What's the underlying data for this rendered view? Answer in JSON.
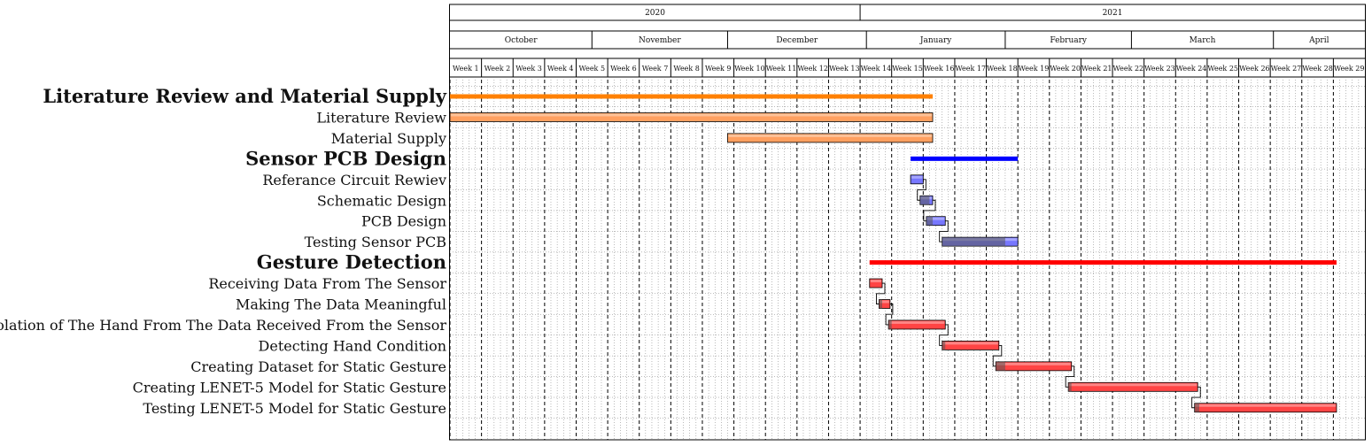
{
  "chart_data": {
    "type": "gantt",
    "years": [
      {
        "label": "2020",
        "start": 1,
        "end": 14
      },
      {
        "label": "2021",
        "start": 14,
        "end": 29
      }
    ],
    "months": [
      {
        "label": "October",
        "start": 1,
        "end": 5.5
      },
      {
        "label": "November",
        "start": 5.5,
        "end": 9.8
      },
      {
        "label": "December",
        "start": 9.8,
        "end": 14.2
      },
      {
        "label": "January",
        "start": 14.2,
        "end": 18.6
      },
      {
        "label": "February",
        "start": 18.6,
        "end": 22.6
      },
      {
        "label": "March",
        "start": 22.6,
        "end": 27.1
      },
      {
        "label": "April",
        "start": 27.1,
        "end": 29.5
      }
    ],
    "weeks": [
      "Week 1",
      "Week 2",
      "Week 3",
      "Week 4",
      "Week 5",
      "Week 6",
      "Week 7",
      "Week 8",
      "Week 9",
      "Week 10",
      "Week 11",
      "Week 12",
      "Week 13",
      "Week 14",
      "Week 15",
      "Week 16",
      "Week 17",
      "Week 18",
      "Week 19",
      "Week 20",
      "Week 21",
      "Week 22",
      "Week 23",
      "Week 24",
      "Week 25",
      "Week 26",
      "Week 27",
      "Week 28",
      "Week 29"
    ],
    "tasks": [
      {
        "label": "Literature Review and Material Supply",
        "group": true,
        "start": 1,
        "end": 16.3,
        "color": "#ff8000"
      },
      {
        "label": "Literature Review",
        "start": 1,
        "end": 16.3,
        "color": "#ffa060",
        "progress_end": 16.3
      },
      {
        "label": "Material Supply",
        "start": 9.8,
        "end": 16.3,
        "color": "#ffa060",
        "progress_end": 16.3
      },
      {
        "label": "Sensor PCB Design",
        "group": true,
        "start": 15.6,
        "end": 19.0,
        "color": "#0000ff"
      },
      {
        "label": "Referance Circuit Rewiev",
        "start": 15.6,
        "end": 16.0,
        "color": "#7777ff",
        "progress_end": 16.0
      },
      {
        "label": "Schematic Design",
        "start": 15.9,
        "end": 16.3,
        "color": "#7777ff",
        "progress_end": 16.2
      },
      {
        "label": "PCB Design",
        "start": 16.1,
        "end": 16.7,
        "color": "#7777ff",
        "progress_end": 16.3
      },
      {
        "label": "Testing Sensor PCB",
        "start": 16.6,
        "end": 19.0,
        "color": "#7777ff",
        "progress_end": 18.6
      },
      {
        "label": "Gesture Detection",
        "group": true,
        "start": 14.3,
        "end": 29.1,
        "color": "#ff0000"
      },
      {
        "label": "Receiving Data From The Sensor",
        "start": 14.3,
        "end": 14.7,
        "color": "#ff4444",
        "progress_end": 14.7
      },
      {
        "label": "Making The Data Meaningful",
        "start": 14.6,
        "end": 14.95,
        "color": "#ff4444",
        "progress_end": 14.7
      },
      {
        "label": "Isolation of The Hand From The Data Received From the Sensor",
        "start": 14.9,
        "end": 16.7,
        "color": "#ff4444",
        "progress_end": 15.0
      },
      {
        "label": "Detecting Hand Condition",
        "start": 16.6,
        "end": 18.4,
        "color": "#ff4444",
        "progress_end": 16.7
      },
      {
        "label": "Creating Dataset for Static Gesture",
        "start": 18.3,
        "end": 20.7,
        "color": "#ff4444",
        "progress_end": 18.6
      },
      {
        "label": "Creating LENET-5 Model for Static Gesture",
        "start": 20.6,
        "end": 24.7,
        "color": "#ff4444",
        "progress_end": 20.7
      },
      {
        "label": "Testing LENET-5 Model for Static Gesture",
        "start": 24.6,
        "end": 29.1,
        "color": "#ff4444",
        "progress_end": 24.75
      }
    ],
    "links": [
      [
        4,
        5
      ],
      [
        5,
        6
      ],
      [
        6,
        7
      ],
      [
        9,
        10
      ],
      [
        10,
        11
      ],
      [
        11,
        12
      ],
      [
        12,
        13
      ],
      [
        13,
        14
      ],
      [
        14,
        15
      ]
    ]
  }
}
